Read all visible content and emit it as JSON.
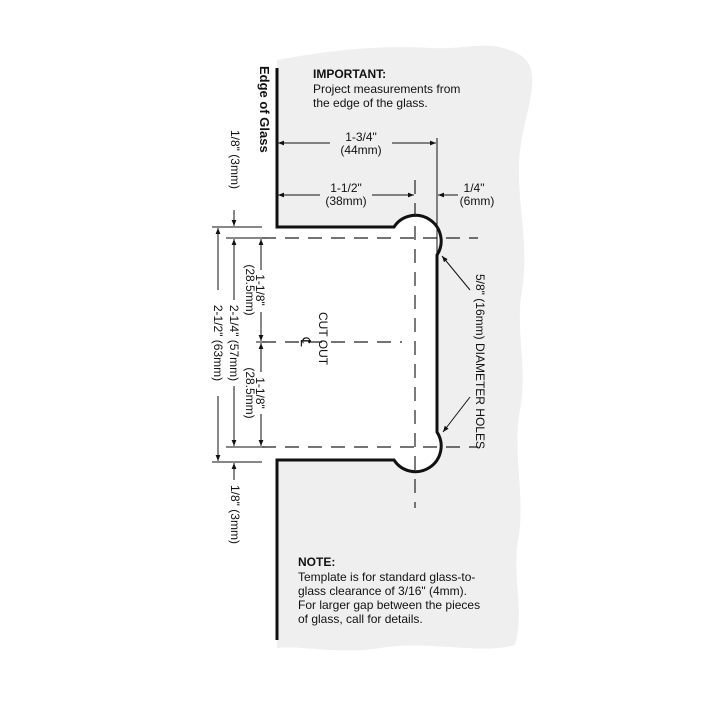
{
  "colors": {
    "glass": "#efefef",
    "ink": "#111111",
    "background": "#ffffff"
  },
  "edge_label": "Edge of Glass",
  "important": {
    "title": "IMPORTANT:",
    "lines": [
      "Project measurements from",
      "the edge of the glass."
    ]
  },
  "dimensions": {
    "width_total": {
      "in": "1-3/4\"",
      "mm": "(44mm)"
    },
    "width_to_hole": {
      "in": "1-1/2\"",
      "mm": "(38mm)"
    },
    "hole_offset": {
      "in": "1/4\"",
      "mm": "(6mm)"
    },
    "top_gap": "1/8\" (3mm)",
    "bottom_gap": "1/8\" (3mm)",
    "overall_height": "2-1/2\" (63mm)",
    "hole_spacing": "2-1/4\" (57mm)",
    "half_upper": {
      "in": "1-1/8\"",
      "mm": "(28.5mm)"
    },
    "half_lower": {
      "in": "1-1/8\"",
      "mm": "(28.5mm)"
    },
    "holes": "5/8\" (16mm) DIAMETER HOLES"
  },
  "cutout": {
    "label": "CUT OUT",
    "centerline_symbol": "℄"
  },
  "note": {
    "title": "NOTE:",
    "lines": [
      "Template is for standard glass-to-",
      "glass clearance of 3/16\" (4mm).",
      "For larger gap between the pieces",
      "of glass, call for details."
    ]
  }
}
